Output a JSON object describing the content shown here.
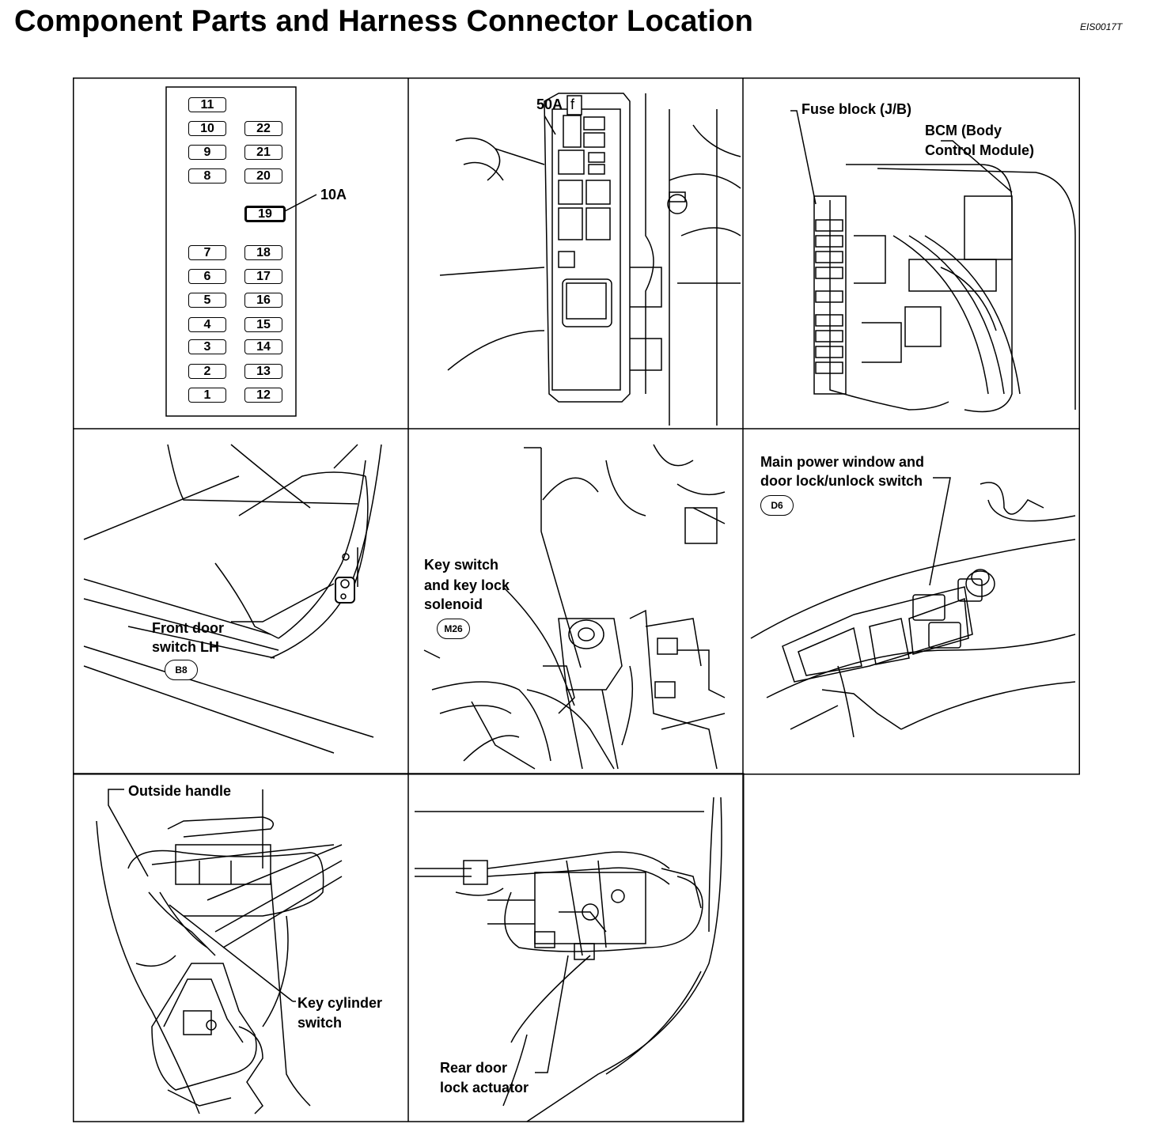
{
  "page": {
    "title": "Component Parts and Harness Connector Location",
    "doc_code": "EIS0017T"
  },
  "panels": {
    "fuse_panel": {
      "fuses_left": [
        "11",
        "10",
        "9",
        "8",
        "7",
        "6",
        "5",
        "4",
        "3",
        "2",
        "1"
      ],
      "fuses_right": [
        "22",
        "21",
        "20",
        "19",
        "18",
        "17",
        "16",
        "15",
        "14",
        "13",
        "12"
      ],
      "highlighted_fuse": "19",
      "callout": "10A"
    },
    "fusible_link": {
      "rating": "50A",
      "letter": "f"
    },
    "fuse_block_bcm": {
      "fuse_block_label": "Fuse block (J/B)",
      "bcm_label_line1": "BCM (Body",
      "bcm_label_line2": "Control Module)"
    },
    "front_door_switch": {
      "label_line1": "Front door",
      "label_line2": "switch LH",
      "connector": "B8"
    },
    "key_switch": {
      "label_line1": "Key switch",
      "label_line2": "and key lock",
      "label_line3": "solenoid",
      "connector": "M26"
    },
    "power_window_switch": {
      "label_line1": "Main power window and",
      "label_line2": "door lock/unlock switch",
      "connector": "D6"
    },
    "outside_handle": {
      "outside_handle_label": "Outside handle",
      "key_cylinder_line1": "Key cylinder",
      "key_cylinder_line2": "switch"
    },
    "rear_door_actuator": {
      "label_line1": "Rear door",
      "label_line2": "lock actuator"
    }
  }
}
